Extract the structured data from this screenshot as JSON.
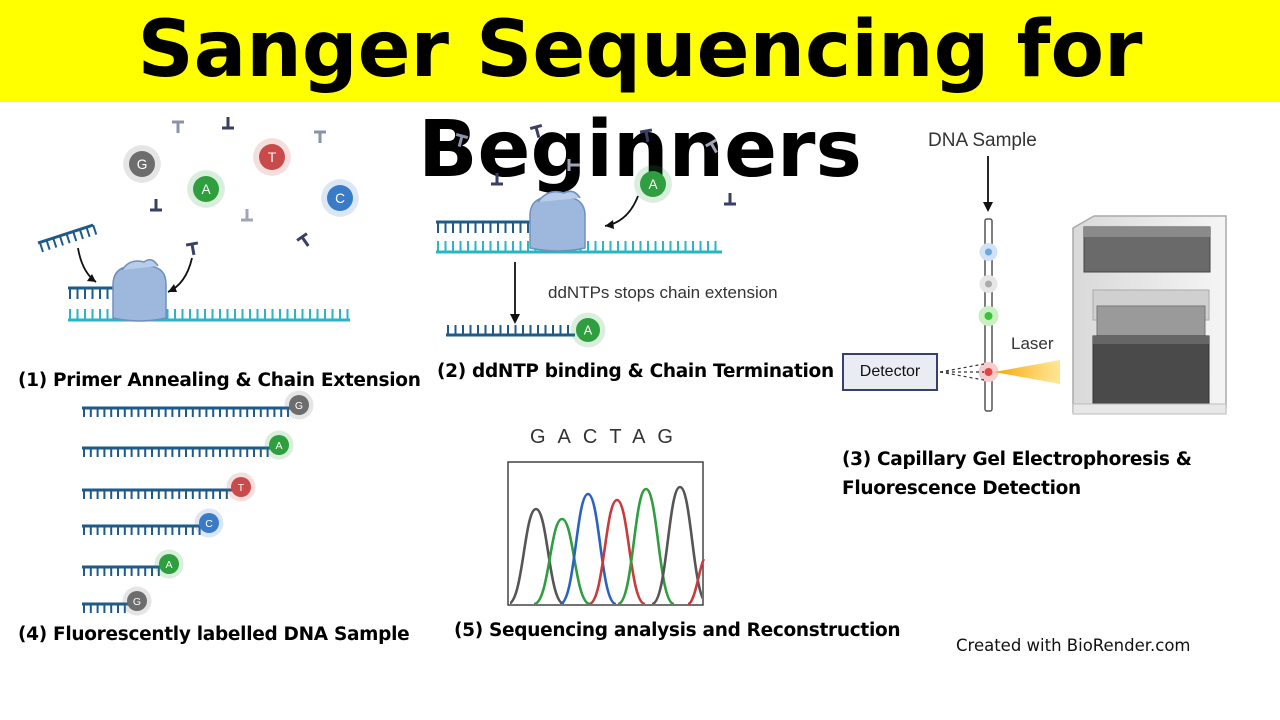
{
  "title": "Sanger Sequencing for Beginners",
  "colors": {
    "banner": "#ffff00",
    "dna_strand": "#1e5a8a",
    "template_strand": "#2ab5c5",
    "polymerase": "#9db8dc",
    "G": "#6d6d6d",
    "A": "#2e9e3e",
    "T": "#c94a4a",
    "C": "#3a7bc8"
  },
  "nucleotide_letters": {
    "G": "G",
    "A": "A",
    "T": "T",
    "C": "C"
  },
  "panel1": {
    "caption": "(1) Primer Annealing & Chain Extension"
  },
  "panel2": {
    "caption": "(2) ddNTP binding & Chain Termination",
    "note": "ddNTPs stops chain extension"
  },
  "panel3": {
    "caption_line1": "(3) Capillary Gel Electrophoresis &",
    "caption_line2": "Fluorescence Detection",
    "sample_label": "DNA Sample",
    "laser_label": "Laser",
    "detector_label": "Detector"
  },
  "panel4": {
    "caption": "(4) Fluorescently labelled DNA Sample",
    "fragments": [
      "G",
      "A",
      "T",
      "C",
      "A",
      "G"
    ]
  },
  "panel5": {
    "caption": "(5) Sequencing analysis and Reconstruction",
    "sequence": "GACTAG"
  },
  "credit": "Created  with BioRender.com"
}
